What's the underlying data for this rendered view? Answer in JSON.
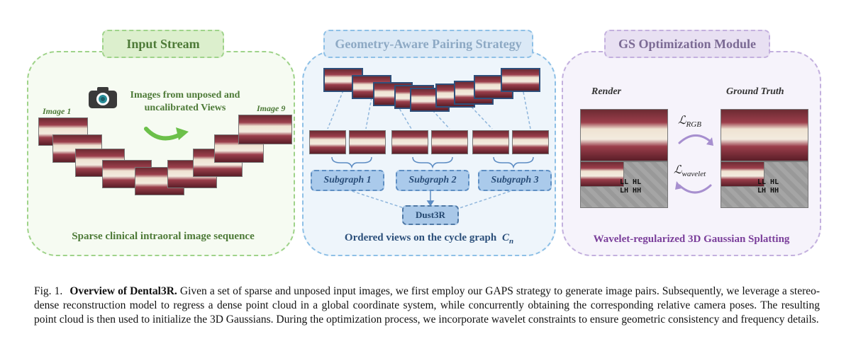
{
  "panels": {
    "input": {
      "title": "Input Stream",
      "label_first": "Image 1",
      "label_last": "Image 9",
      "note": "Images from unposed and uncalibrated Views",
      "caption": "Sparse clinical intraoral image sequence"
    },
    "pairing": {
      "title": "Geometry-Aware Pairing Strategy",
      "subgraphs": [
        "Subgraph 1",
        "Subgraph 2",
        "Subgraph 3"
      ],
      "model": "Dust3R",
      "caption": "Ordered views on the cycle graph",
      "caption_symbol": "C",
      "caption_sub": "n"
    },
    "optim": {
      "title": "GS Optimization Module",
      "render_label": "Render",
      "gt_label": "Ground Truth",
      "loss_rgb": "ℒ",
      "loss_rgb_sub": "RGB",
      "loss_wavelet": "ℒ",
      "loss_wavelet_sub": "wavelet",
      "band_row1": "LL HL",
      "band_row2": "LH HH",
      "caption": "Wavelet-regularized 3D Gaussian Splatting"
    }
  },
  "figure": {
    "label": "Fig. 1.",
    "title": "Overview of Dental3R.",
    "text": "Given a set of sparse and unposed input images, we first employ our GAPS strategy to generate image pairs. Subsequently, we leverage a stereo-dense reconstruction model to regress a dense point cloud in a global coordinate system, while concurrently obtaining the corresponding relative camera poses. The resulting point cloud is then used to initialize the 3D Gaussians. During the optimization process, we incorporate wavelet constraints to ensure geometric consistency and frequency details."
  },
  "colors": {
    "green": "#4d7a37",
    "blue": "#2b4f7a",
    "purple": "#7a3e9a"
  },
  "icons": [
    "camera-icon",
    "curved-arrow-icon"
  ]
}
